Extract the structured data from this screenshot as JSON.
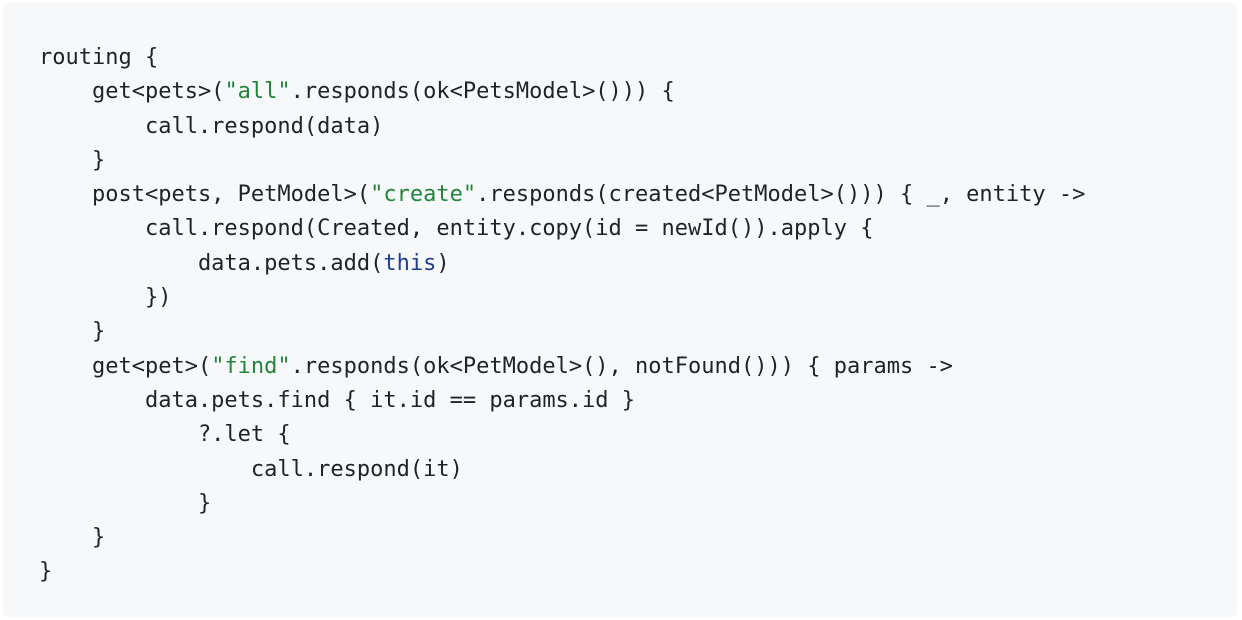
{
  "colors": {
    "background": "#f6f8fa",
    "text": "#1f2328",
    "string": "#22863a",
    "keyword": "#1f3f8f"
  },
  "code": {
    "lines": [
      [
        {
          "t": "routing {",
          "k": "plain"
        }
      ],
      [
        {
          "t": "    get<pets>(",
          "k": "plain"
        },
        {
          "t": "\"all\"",
          "k": "string"
        },
        {
          "t": ".responds(ok<PetsModel>())) {",
          "k": "plain"
        }
      ],
      [
        {
          "t": "        call.respond(data)",
          "k": "plain"
        }
      ],
      [
        {
          "t": "    }",
          "k": "plain"
        }
      ],
      [
        {
          "t": "    post<pets, PetModel>(",
          "k": "plain"
        },
        {
          "t": "\"create\"",
          "k": "string"
        },
        {
          "t": ".responds(created<PetModel>())) { _, entity ->",
          "k": "plain"
        }
      ],
      [
        {
          "t": "        call.respond(Created, entity.copy(id = newId()).apply {",
          "k": "plain"
        }
      ],
      [
        {
          "t": "            data.pets.add(",
          "k": "plain"
        },
        {
          "t": "this",
          "k": "keyword"
        },
        {
          "t": ")",
          "k": "plain"
        }
      ],
      [
        {
          "t": "        })",
          "k": "plain"
        }
      ],
      [
        {
          "t": "    }",
          "k": "plain"
        }
      ],
      [
        {
          "t": "    get<pet>(",
          "k": "plain"
        },
        {
          "t": "\"find\"",
          "k": "string"
        },
        {
          "t": ".responds(ok<PetModel>(), notFound())) { params ->",
          "k": "plain"
        }
      ],
      [
        {
          "t": "        data.pets.find { it.id == params.id }",
          "k": "plain"
        }
      ],
      [
        {
          "t": "            ?.let {",
          "k": "plain"
        }
      ],
      [
        {
          "t": "                call.respond(it)",
          "k": "plain"
        }
      ],
      [
        {
          "t": "            }",
          "k": "plain"
        }
      ],
      [
        {
          "t": "    }",
          "k": "plain"
        }
      ],
      [
        {
          "t": "}",
          "k": "plain"
        }
      ]
    ]
  }
}
